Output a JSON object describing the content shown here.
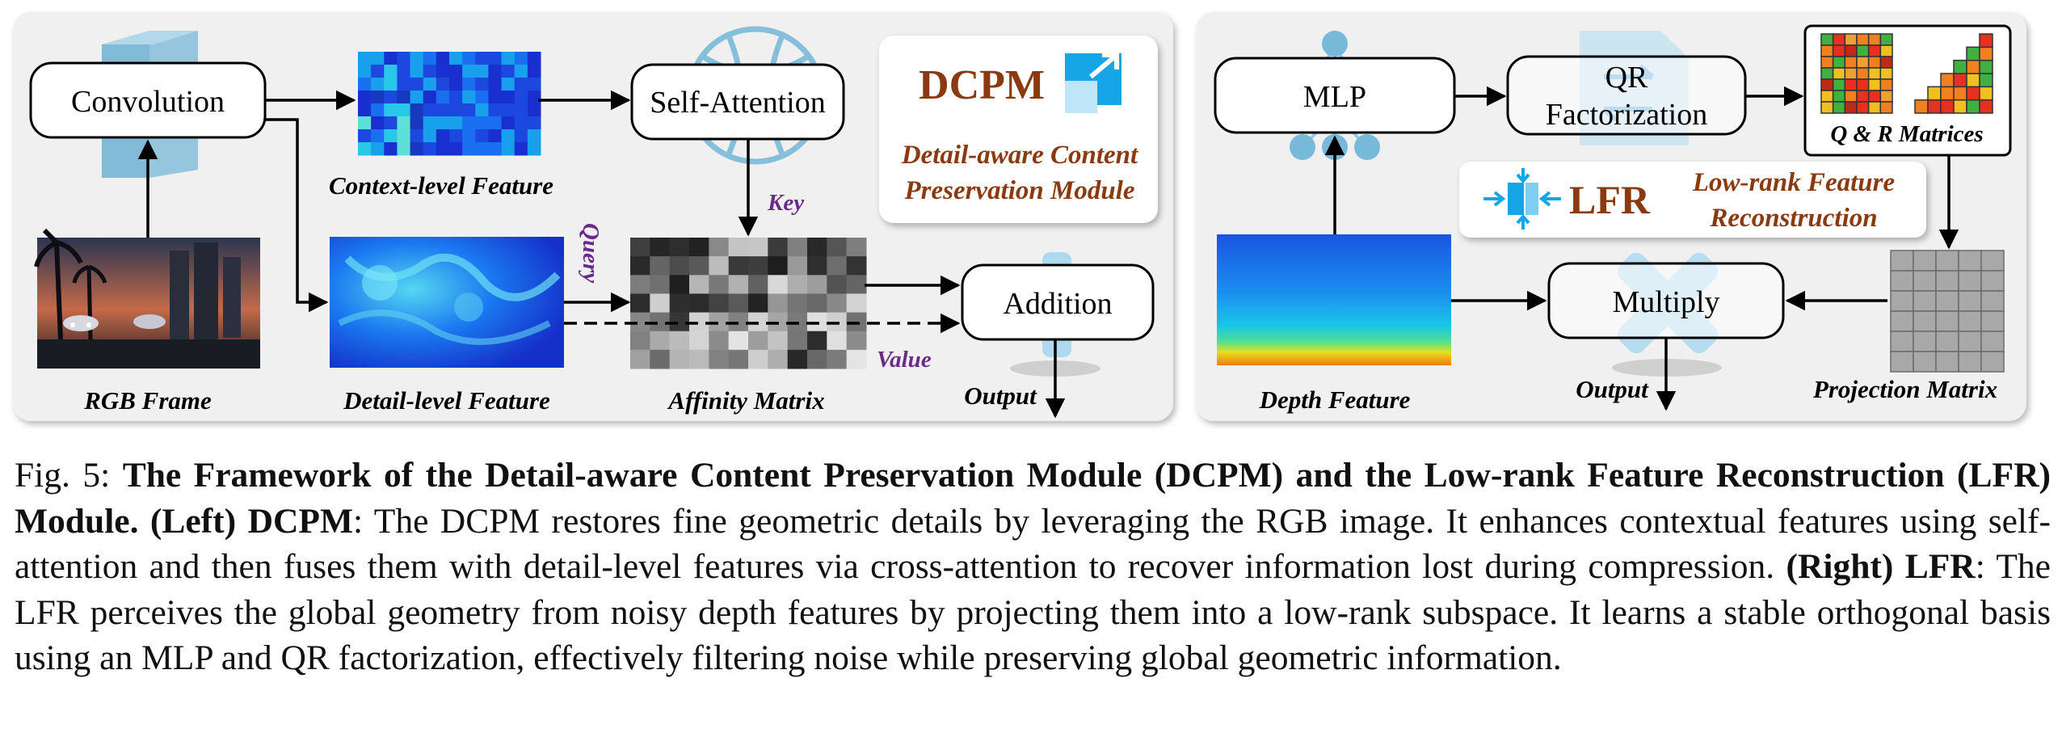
{
  "left_panel": {
    "convolution": "Convolution",
    "self_attention": "Self-Attention",
    "addition": "Addition",
    "context_label": "Context-level Feature",
    "detail_label": "Detail-level Feature",
    "rgb_label": "RGB Frame",
    "affinity_label": "Affinity Matrix",
    "output_label": "Output",
    "key_label": "Key",
    "query_label": "Query",
    "value_label": "Value",
    "module_abbr": "DCPM",
    "module_line1": "Detail-aware Content",
    "module_line2": "Preservation Module"
  },
  "right_panel": {
    "mlp": "MLP",
    "qr_line1": "QR",
    "qr_line2": "Factorization",
    "qr_matrices_label": "Q & R Matrices",
    "module_abbr": "LFR",
    "module_line1": "Low-rank Feature",
    "module_line2": "Reconstruction",
    "multiply": "Multiply",
    "depth_label": "Depth Feature",
    "output_label": "Output",
    "projection_label": "Projection Matrix"
  },
  "colors": {
    "panel_bg": "#f0f0f0",
    "accent_brown": "#8b3a10",
    "accent_purple": "#6a2a8a",
    "icon_blue": "#4aa3d8"
  },
  "caption": {
    "fig": "Fig. 5: ",
    "bold1": "The Framework of the Detail-aware Content Preservation Module (DCPM) and the Low-rank Feature Reconstruction (LFR) Module. (Left) DCPM",
    "text1": ": The DCPM restores fine geometric details by leveraging the RGB image. It enhances contextual features using self-attention and then fuses them with detail-level features via cross-attention to recover information lost during compression. ",
    "bold2": "(Right) LFR",
    "text2": ": The LFR perceives the global geometry from noisy depth features by projecting them into a low-rank subspace. It learns a stable orthogonal basis using an MLP and QR factorization, effectively filtering noise while preserving global geometric information."
  }
}
